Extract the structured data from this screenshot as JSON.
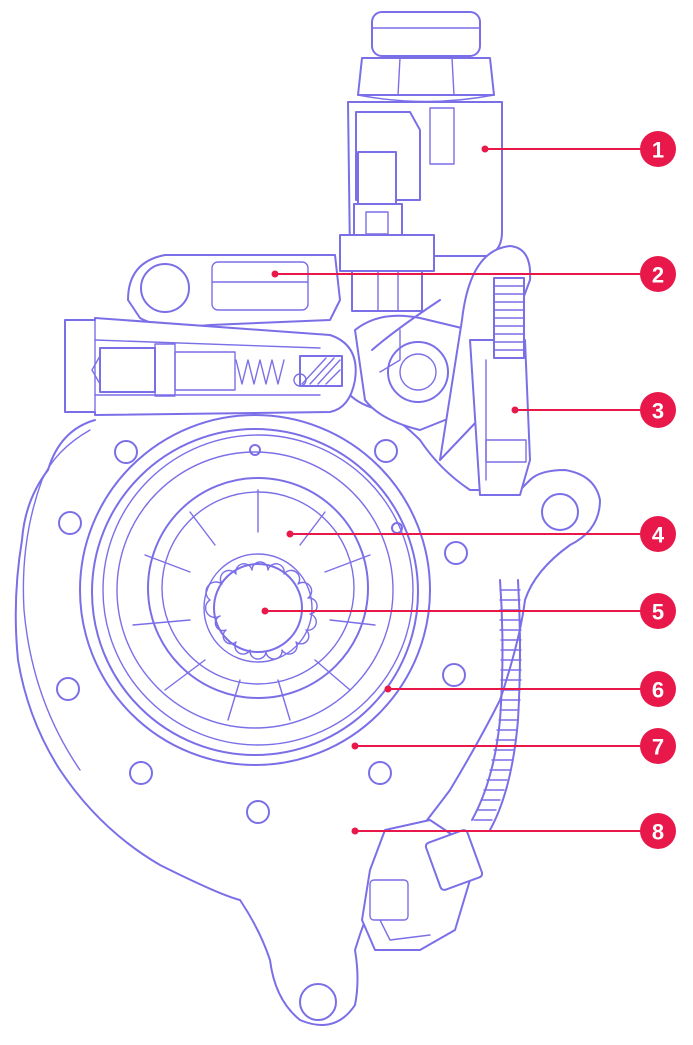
{
  "colors": {
    "outline": "#7b6fe8",
    "callout": "#e8194a",
    "background": "#ffffff"
  },
  "callouts": [
    {
      "number": "1",
      "label": ""
    },
    {
      "number": "2",
      "label": ""
    },
    {
      "number": "3",
      "label": ""
    },
    {
      "number": "4",
      "label": ""
    },
    {
      "number": "5",
      "label": ""
    },
    {
      "number": "6",
      "label": ""
    },
    {
      "number": "7",
      "label": ""
    },
    {
      "number": "8",
      "label": ""
    }
  ]
}
